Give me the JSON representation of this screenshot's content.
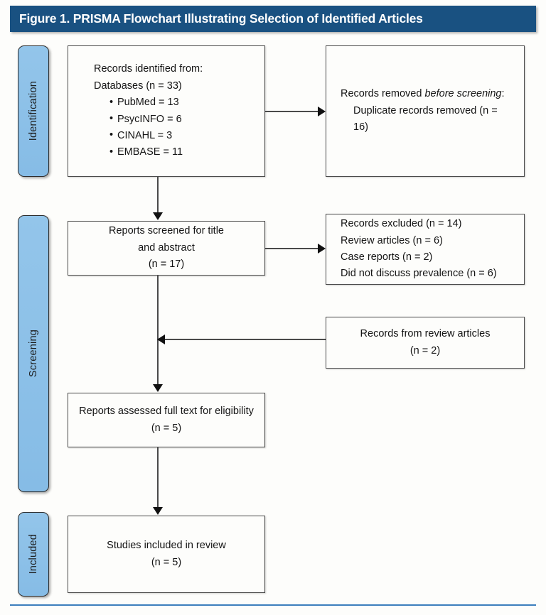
{
  "figure": {
    "title": "Figure 1. PRISMA Flowchart Illustrating Selection of Identified Articles",
    "title_bar_color": "#195181",
    "phase_pill_color": "#8cc0e8",
    "bottom_rule_color": "#3c7fbd",
    "box_border_color": "#4a4a4a"
  },
  "phases": [
    {
      "key": "identification",
      "label": "Identification"
    },
    {
      "key": "screening",
      "label": "Screening"
    },
    {
      "key": "included",
      "label": "Included"
    }
  ],
  "boxes": {
    "identified": {
      "line1": "Records identified from:",
      "line2": "Databases (n = 33)",
      "bullets": [
        "PubMed = 13",
        "PsycINFO = 6",
        "CINAHL = 3",
        "EMBASE = 11"
      ]
    },
    "removed": {
      "line1_prefix": "Records removed ",
      "line1_italic": "before screening",
      "line1_suffix": ":",
      "line2": "Duplicate records removed (n = 16)"
    },
    "screened": {
      "line1": "Reports screened for title",
      "line2": "and abstract",
      "line3": "(n = 17)"
    },
    "excluded": {
      "line1": "Records excluded (n = 14)",
      "line2": "Review articles (n = 6)",
      "line3": "Case reports (n = 2)",
      "line4": "Did not discuss prevalence (n = 6)"
    },
    "review_refs": {
      "line1": "Records from review articles",
      "line2": "(n = 2)"
    },
    "fulltext": {
      "line1": "Reports assessed full text for eligibility",
      "line2": "(n = 5)"
    },
    "included": {
      "line1": "Studies included in review",
      "line2": "(n = 5)"
    }
  },
  "chart_data": {
    "type": "diagram",
    "title": "Figure 1. PRISMA Flowchart Illustrating Selection of Identified Articles",
    "nodes": [
      {
        "id": "identified",
        "phase": "Identification",
        "label": "Records identified from: Databases (n = 33)",
        "n": 33,
        "breakdown": {
          "PubMed": 13,
          "PsycINFO": 6,
          "CINAHL": 3,
          "EMBASE": 11
        }
      },
      {
        "id": "removed",
        "phase": "Identification",
        "label": "Records removed before screening: Duplicate records removed (n = 16)",
        "n": 16
      },
      {
        "id": "screened",
        "phase": "Screening",
        "label": "Reports screened for title and abstract (n = 17)",
        "n": 17
      },
      {
        "id": "excluded",
        "phase": "Screening",
        "label": "Records excluded (n = 14)",
        "n": 14,
        "breakdown": {
          "Review articles": 6,
          "Case reports": 2,
          "Did not discuss prevalence": 6
        }
      },
      {
        "id": "review_refs",
        "phase": "Screening",
        "label": "Records from review articles (n = 2)",
        "n": 2
      },
      {
        "id": "fulltext",
        "phase": "Screening",
        "label": "Reports assessed full text for eligibility (n = 5)",
        "n": 5
      },
      {
        "id": "included",
        "phase": "Included",
        "label": "Studies included in review (n = 5)",
        "n": 5
      }
    ],
    "edges": [
      {
        "from": "identified",
        "to": "removed",
        "direction": "right"
      },
      {
        "from": "identified",
        "to": "screened",
        "direction": "down"
      },
      {
        "from": "screened",
        "to": "excluded",
        "direction": "right"
      },
      {
        "from": "review_refs",
        "to": "screened_to_fulltext_spine",
        "direction": "left"
      },
      {
        "from": "screened",
        "to": "fulltext",
        "direction": "down"
      },
      {
        "from": "fulltext",
        "to": "included",
        "direction": "down"
      }
    ]
  }
}
